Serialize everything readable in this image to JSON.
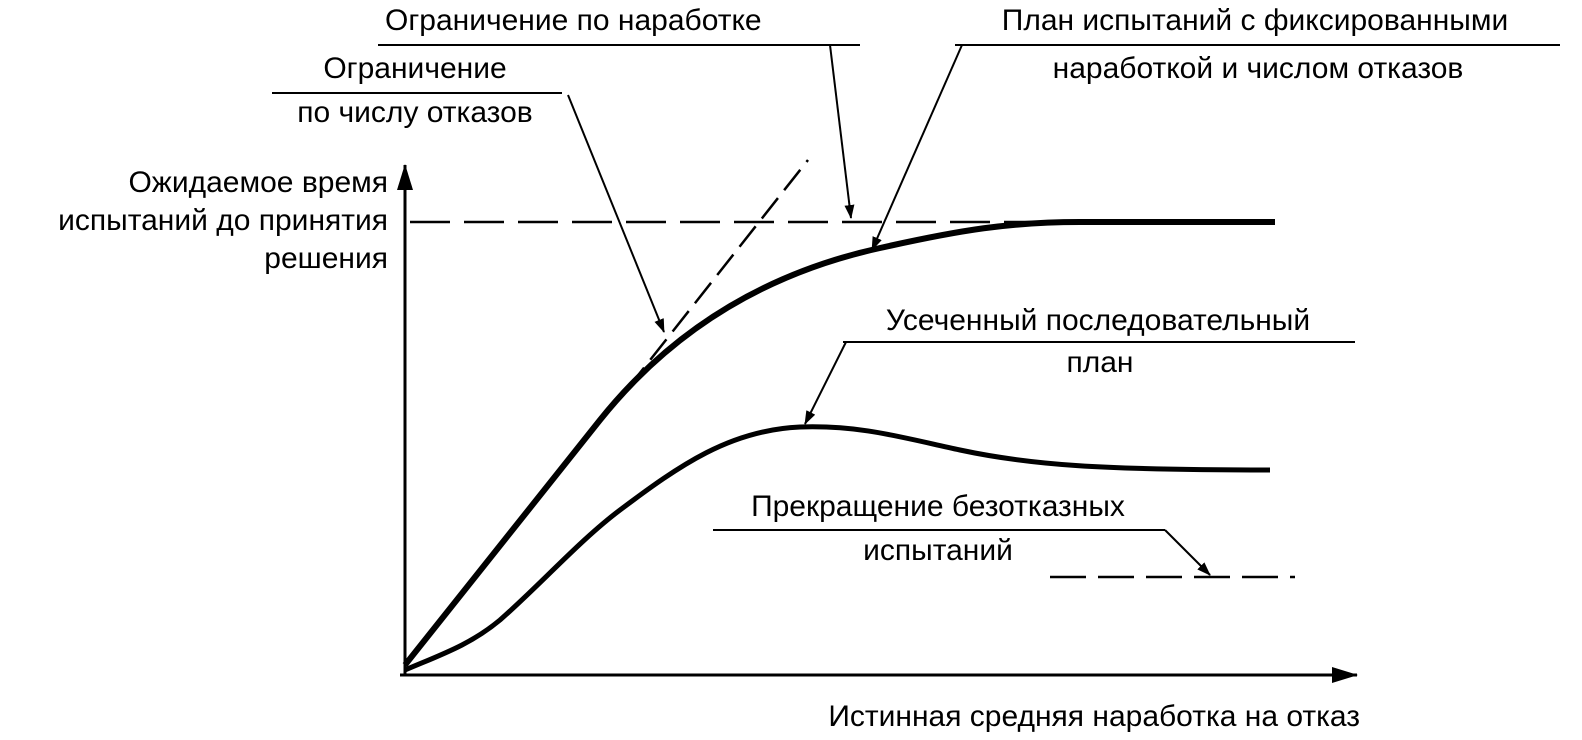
{
  "axes": {
    "y_label": [
      "Ожидаемое время",
      "испытаний до принятия",
      "решения"
    ],
    "x_label": "Истинная средняя наработка на отказ"
  },
  "callouts": {
    "operating_time_limit": [
      "Ограничение по наработке"
    ],
    "failure_count_limit": [
      "Ограничение",
      "по числу отказов"
    ],
    "fixed_plan": [
      "План испытаний с фиксированными",
      "наработкой и числом отказов"
    ],
    "truncated_sequential": [
      "Усеченный последовательный",
      "план"
    ],
    "failure_free_termination": [
      "Прекращение безотказных",
      "испытаний"
    ]
  },
  "colors": {
    "ink": "#000000",
    "background": "#ffffff"
  }
}
